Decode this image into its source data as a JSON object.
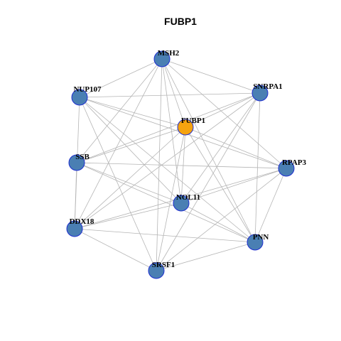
{
  "title": "FUBP1",
  "colors": {
    "hub": "#f5a30f",
    "node": "#4a7fb3",
    "node_border": "#1f2fd0",
    "edge": "#b5b5b5"
  },
  "nodes": [
    {
      "id": "MSH2",
      "label": "MSH2",
      "hub": false
    },
    {
      "id": "SNRPA1",
      "label": "SNRPA1",
      "hub": false
    },
    {
      "id": "NUP107",
      "label": "NUP107",
      "hub": false
    },
    {
      "id": "FUBP1",
      "label": "FUBP1",
      "hub": true
    },
    {
      "id": "SSB",
      "label": "SSB",
      "hub": false
    },
    {
      "id": "RPAP3",
      "label": "RPAP3",
      "hub": false
    },
    {
      "id": "NOL11",
      "label": "NOL11",
      "hub": false
    },
    {
      "id": "DDX18",
      "label": "DDX18",
      "hub": false
    },
    {
      "id": "PNN",
      "label": "PNN",
      "hub": false
    },
    {
      "id": "SRSF1",
      "label": "SRSF1",
      "hub": false
    }
  ],
  "edges": [
    [
      "MSH2",
      "NUP107"
    ],
    [
      "MSH2",
      "SNRPA1"
    ],
    [
      "MSH2",
      "FUBP1"
    ],
    [
      "MSH2",
      "SSB"
    ],
    [
      "MSH2",
      "DDX18"
    ],
    [
      "MSH2",
      "NOL11"
    ],
    [
      "MSH2",
      "SRSF1"
    ],
    [
      "MSH2",
      "PNN"
    ],
    [
      "MSH2",
      "RPAP3"
    ],
    [
      "NUP107",
      "SNRPA1"
    ],
    [
      "NUP107",
      "FUBP1"
    ],
    [
      "NUP107",
      "RPAP3"
    ],
    [
      "NUP107",
      "NOL11"
    ],
    [
      "NUP107",
      "PNN"
    ],
    [
      "NUP107",
      "SRSF1"
    ],
    [
      "NUP107",
      "DDX18"
    ],
    [
      "SNRPA1",
      "FUBP1"
    ],
    [
      "SNRPA1",
      "SSB"
    ],
    [
      "SNRPA1",
      "DDX18"
    ],
    [
      "SNRPA1",
      "NOL11"
    ],
    [
      "SNRPA1",
      "PNN"
    ],
    [
      "SNRPA1",
      "SRSF1"
    ],
    [
      "FUBP1",
      "SSB"
    ],
    [
      "FUBP1",
      "RPAP3"
    ],
    [
      "FUBP1",
      "DDX18"
    ],
    [
      "FUBP1",
      "NOL11"
    ],
    [
      "FUBP1",
      "SRSF1"
    ],
    [
      "FUBP1",
      "PNN"
    ],
    [
      "SSB",
      "RPAP3"
    ],
    [
      "SSB",
      "NOL11"
    ],
    [
      "SSB",
      "PNN"
    ],
    [
      "SSB",
      "DDX18"
    ],
    [
      "RPAP3",
      "DDX18"
    ],
    [
      "RPAP3",
      "NOL11"
    ],
    [
      "RPAP3",
      "PNN"
    ],
    [
      "RPAP3",
      "SRSF1"
    ],
    [
      "NOL11",
      "DDX18"
    ],
    [
      "NOL11",
      "PNN"
    ],
    [
      "DDX18",
      "PNN"
    ],
    [
      "DDX18",
      "SRSF1"
    ],
    [
      "PNN",
      "SRSF1"
    ]
  ]
}
